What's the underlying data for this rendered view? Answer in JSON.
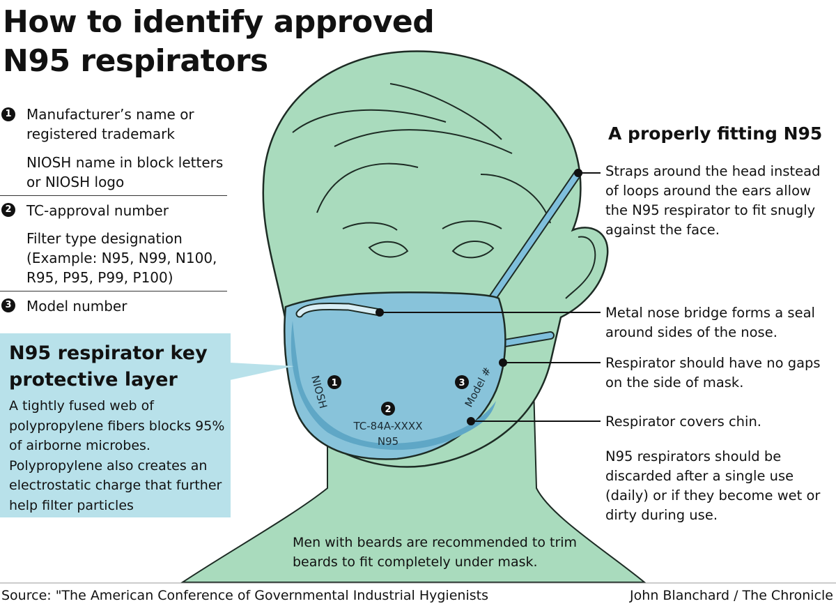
{
  "title": "How to identify approved N95 respirators",
  "legend": {
    "items": [
      {
        "number": "1",
        "lines": [
          "Manufacturer’s name or registered trademark",
          "NIOSH name in block letters or NIOSH logo"
        ]
      },
      {
        "number": "2",
        "lines": [
          "TC-approval number",
          "Filter type designation (Example: N95, N99, N100, R95, P95, P99, P100)"
        ]
      },
      {
        "number": "3",
        "lines": [
          "Model number"
        ]
      }
    ]
  },
  "key_layer": {
    "heading": "N95 respirator key protective layer",
    "body": "A tightly fused web of polypropylene fibers blocks 95% of airborne microbes. Polypropylene also creates an electrostatic charge that further help filter particles"
  },
  "fit": {
    "heading": "A properly fitting N95",
    "callouts": [
      "Straps around the head instead of loops around the ears allow the N95 respirator to fit snugly against the face.",
      "Metal nose bridge forms a seal around sides of the nose.",
      "Respirator should have no gaps on the side of mask.",
      "Respirator covers chin.",
      "N95 respirators should be discarded after a single use (daily) or if they become wet or dirty during use."
    ]
  },
  "beard_note": "Men with beards are recommended to trim beards to fit completely under mask.",
  "mask_labels": {
    "niosh": "NIOSH",
    "model": "Model #",
    "tc": "TC-84A-XXXX",
    "filter": "N95",
    "marker1": "1",
    "marker2": "2",
    "marker3": "3"
  },
  "footer": {
    "source": "Source: \"The American Conference of Governmental Industrial Hygienists",
    "credit": "John Blanchard / The Chronicle"
  },
  "colors": {
    "skin": "#a9dbbd",
    "mask": "#88c3da",
    "mask_dark": "#5fa7c6",
    "strap": "#7fbfdc",
    "panel": "#b8e1ea"
  }
}
